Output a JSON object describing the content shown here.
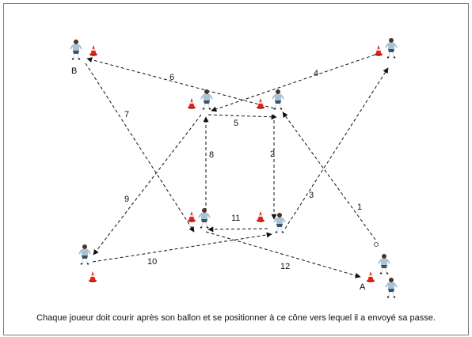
{
  "drill": {
    "caption": "Chaque joueur doit courir après son ballon et se positionner à ce cône vers lequel il a envoyé sa passe.",
    "point_labels": {
      "a": "A",
      "b": "B"
    },
    "pass_labels": [
      "1",
      "2",
      "3",
      "4",
      "5",
      "6",
      "7",
      "8",
      "9",
      "10",
      "11",
      "12"
    ],
    "colors": {
      "cone": "#e0231b",
      "arrow": "#111111",
      "player_shirt": "#a9c2d4",
      "player_shorts": "#3d5166",
      "frame": "#7a7a7a"
    }
  }
}
